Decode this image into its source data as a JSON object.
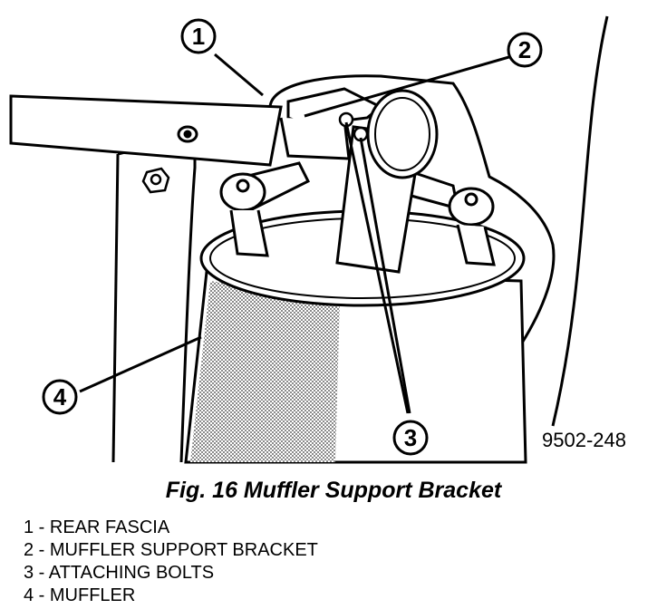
{
  "figure": {
    "callouts": [
      {
        "number": "1"
      },
      {
        "number": "2"
      },
      {
        "number": "3"
      },
      {
        "number": "4"
      }
    ],
    "code": "9502-248",
    "caption": "Fig. 16 Muffler Support Bracket"
  },
  "legend": [
    "1 - REAR FASCIA",
    "2 - MUFFLER SUPPORT BRACKET",
    "3 - ATTACHING BOLTS",
    "4 - MUFFLER"
  ],
  "colors": {
    "ink": "#000000",
    "paper": "#ffffff",
    "shading": "#9a9a9a"
  }
}
